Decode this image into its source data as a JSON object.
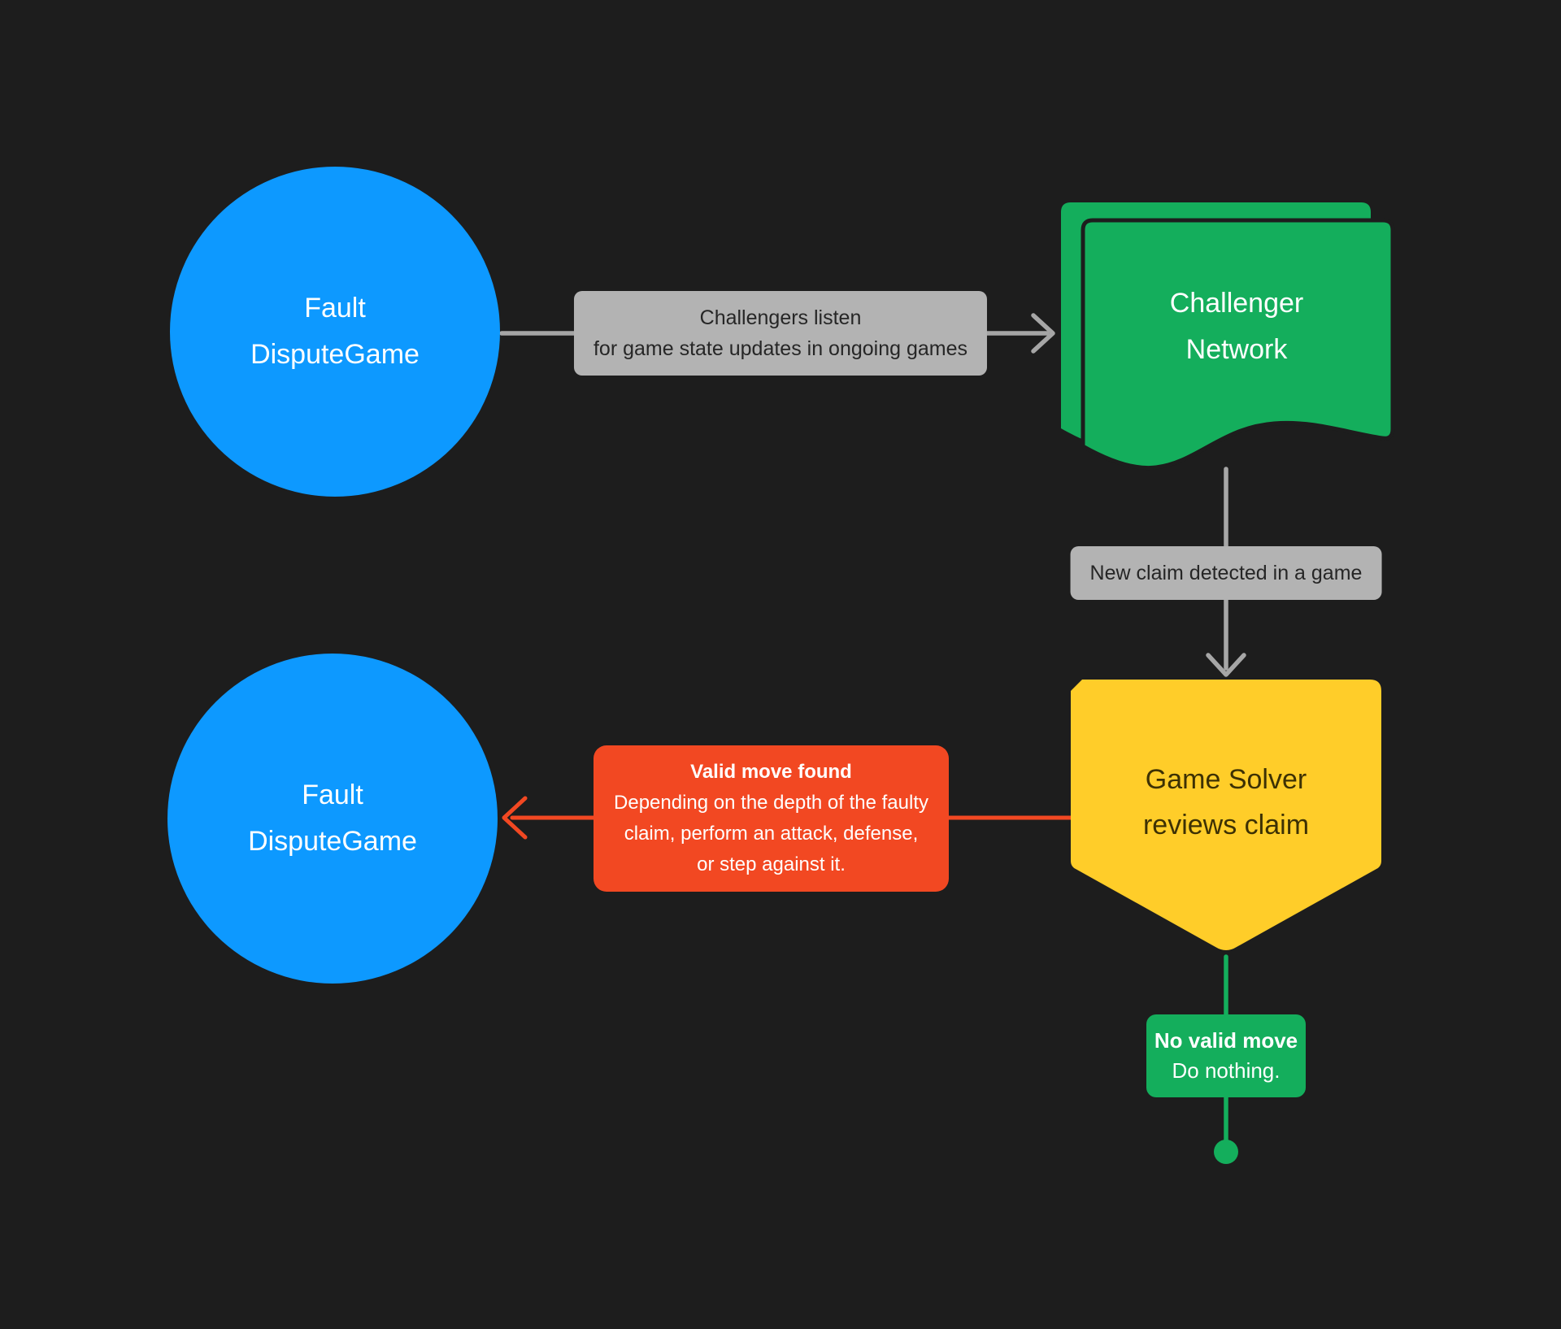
{
  "colors": {
    "canvas": "#1d1d1d",
    "blue": "#0d99ff",
    "green": "#14ae5c",
    "yellow": "#ffcd29",
    "red": "#f24822",
    "box_gray": "#b3b3b3",
    "connector_gray": "#a6a6a6",
    "text_dark": "#262626",
    "text_light": "#ffffff",
    "yellow_text": "#3d3104"
  },
  "nodes": {
    "fault_dispute_game_top": {
      "label": "Fault\nDisputeGame"
    },
    "challenger_network": {
      "label": "Challenger\nNetwork"
    },
    "game_solver": {
      "label": "Game Solver\nreviews claim"
    },
    "fault_dispute_game_bottom": {
      "label": "Fault\nDisputeGame"
    }
  },
  "edge_labels": {
    "challengers_listen": {
      "text": "Challengers listen\nfor game state updates in ongoing games"
    },
    "new_claim": {
      "text": "New claim detected in a game"
    },
    "valid_move": {
      "title": "Valid move found",
      "body": "Depending on the depth of the faulty\nclaim, perform an attack, defense,\nor step against it."
    },
    "no_valid_move": {
      "title": "No valid move",
      "body": "Do nothing."
    }
  }
}
